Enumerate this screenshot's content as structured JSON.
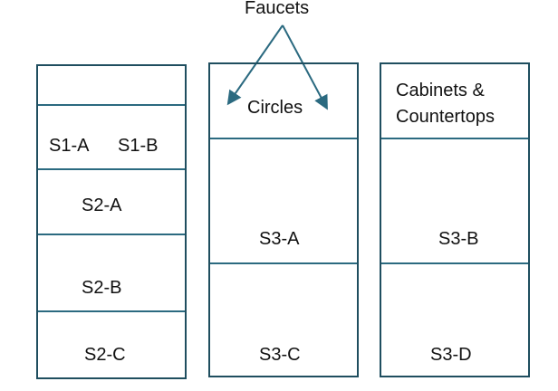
{
  "title": "Faucets",
  "columns": [
    {
      "sections": [
        "",
        "S1-A",
        "S1-B",
        "S2-A",
        "S2-B",
        "S2-C"
      ]
    },
    {
      "sections": [
        "Circles",
        "S3-A",
        "S3-C"
      ]
    },
    {
      "header_lines": [
        "Cabinets &",
        "Countertops"
      ],
      "sections": [
        "S3-B",
        "S3-D"
      ]
    }
  ],
  "colors": {
    "border": "#1f4e5f",
    "divider": "#2b6a80",
    "arrow": "#2b6a80",
    "text": "#111111"
  }
}
